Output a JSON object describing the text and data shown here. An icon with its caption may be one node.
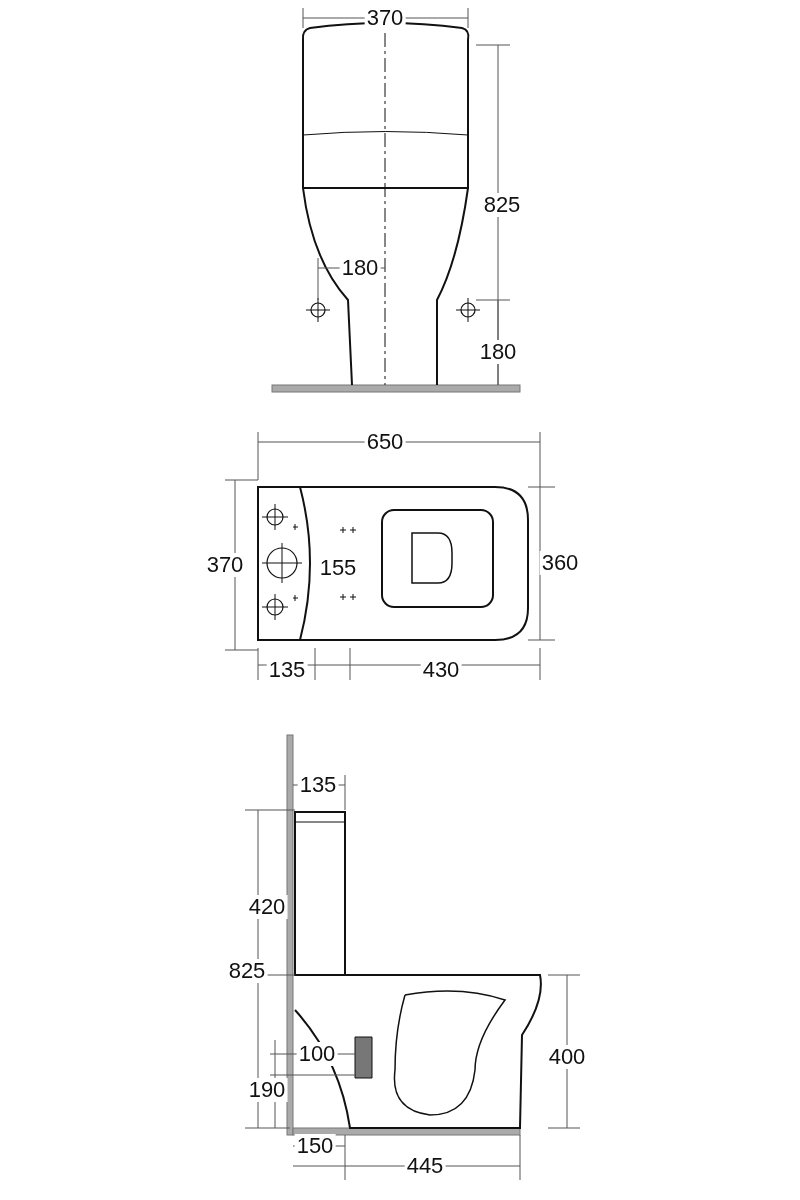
{
  "diagram": {
    "labels": [
      "370",
      "825",
      "180",
      "180",
      "650",
      "370",
      "155",
      "360",
      "135",
      "430",
      "135",
      "420",
      "825",
      "100",
      "400",
      "190",
      "150",
      "445"
    ]
  }
}
